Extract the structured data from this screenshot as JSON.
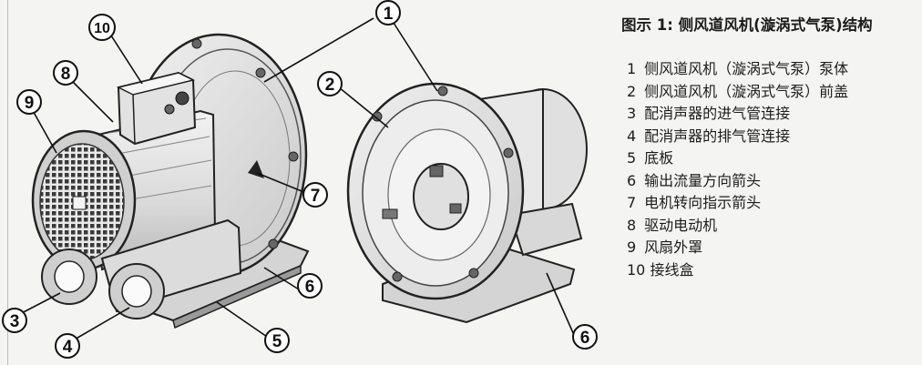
{
  "legend": {
    "title": "图示 1: 侧风道风机(漩涡式气泵)结构",
    "items": [
      {
        "num": "1",
        "text": "侧风道风机（漩涡式气泵）泵体"
      },
      {
        "num": "2",
        "text": "侧风道风机（漩涡式气泵）前盖"
      },
      {
        "num": "3",
        "text": "配消声器的进气管连接"
      },
      {
        "num": "4",
        "text": "配消声器的排气管连接"
      },
      {
        "num": "5",
        "text": "底板"
      },
      {
        "num": "6",
        "text": "输出流量方向箭头"
      },
      {
        "num": "7",
        "text": "电机转向指示箭头"
      },
      {
        "num": "8",
        "text": "驱动电动机"
      },
      {
        "num": "9",
        "text": "风扇外罩"
      },
      {
        "num": "10",
        "text": "接线盒"
      }
    ]
  },
  "callouts": {
    "c1": "1",
    "c2": "2",
    "c3": "3",
    "c4": "4",
    "c5": "5",
    "c6a": "6",
    "c6b": "6",
    "c7": "7",
    "c8": "8",
    "c9": "9",
    "c10": "10"
  }
}
